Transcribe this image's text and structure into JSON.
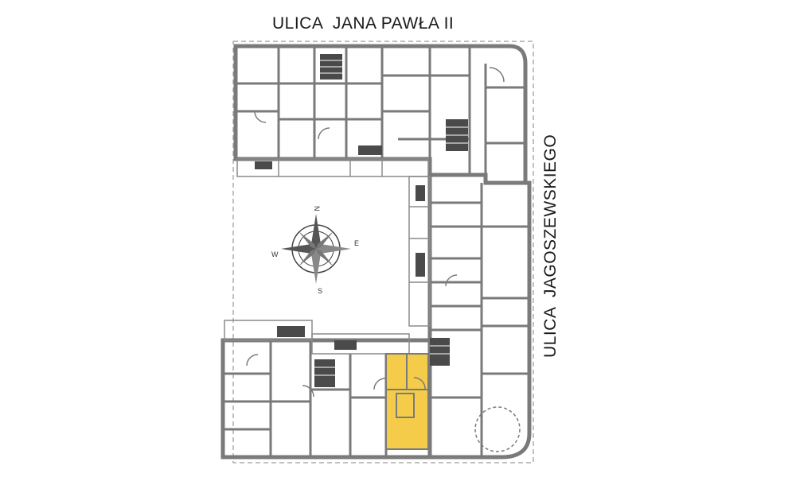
{
  "streets": {
    "top": "ULICA  JANA PAWŁA II",
    "right": "ULICA  JAGOSZEWSKIEGO"
  },
  "compass": {
    "north": "N",
    "east": "E",
    "south": "S",
    "west": "W"
  },
  "colors": {
    "walls": "#7a7a7a",
    "fill": "#ffffff",
    "highlight": "#f5cc4a",
    "stairs": "#4a4a4a"
  },
  "highlighted_unit": "selected-apartment"
}
